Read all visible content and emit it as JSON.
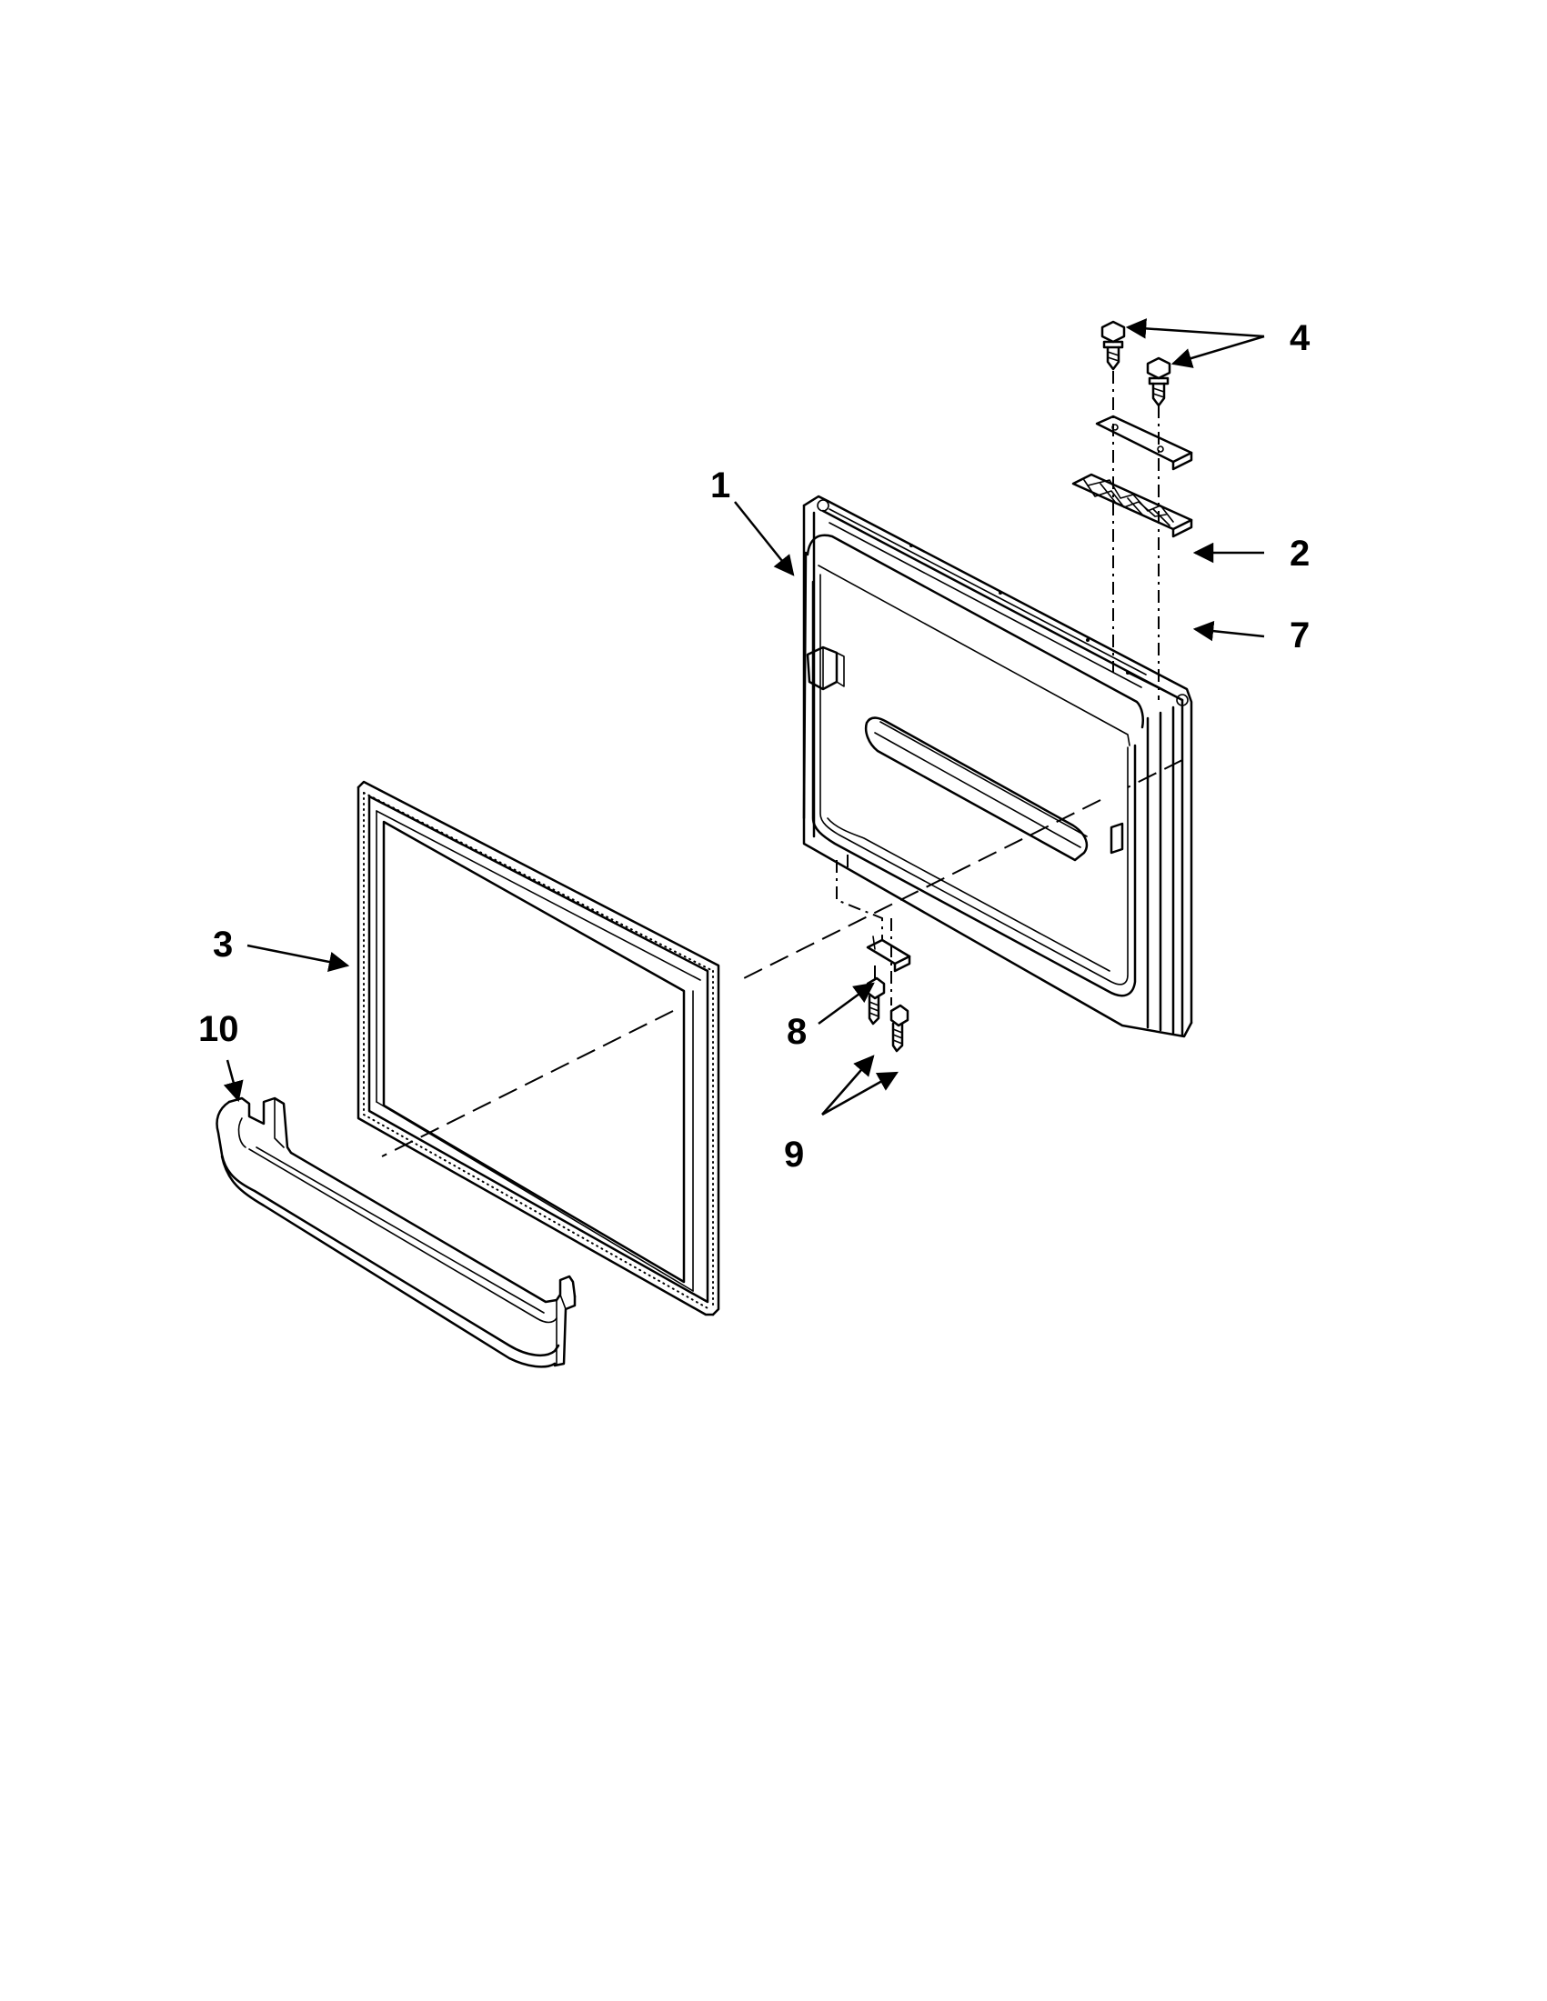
{
  "diagram": {
    "callouts": {
      "c1": "1",
      "c2": "2",
      "c3": "3",
      "c4": "4",
      "c7": "7",
      "c8": "8",
      "c9": "9",
      "c10": "10"
    }
  }
}
